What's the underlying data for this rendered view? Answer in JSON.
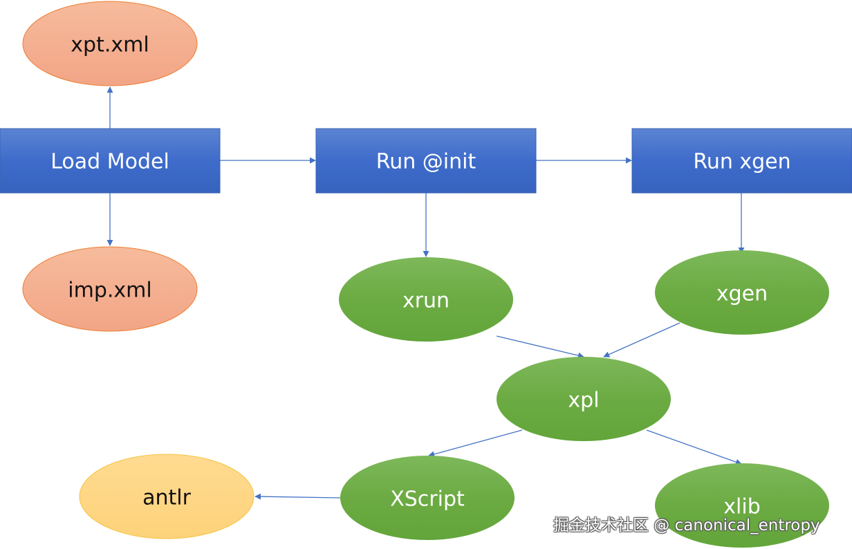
{
  "colors": {
    "process_box": "#4472c4",
    "file_node": "#f4b183",
    "module_node": "#70ad47",
    "external_node": "#ffd966",
    "edge": "#4472c4"
  },
  "nodes": {
    "xpt_xml": {
      "label": "xpt.xml",
      "kind": "file"
    },
    "load_model": {
      "label": "Load Model",
      "kind": "process"
    },
    "imp_xml": {
      "label": "imp.xml",
      "kind": "file"
    },
    "run_init": {
      "label": "Run @init",
      "kind": "process"
    },
    "run_xgen": {
      "label": "Run xgen",
      "kind": "process"
    },
    "xrun": {
      "label": "xrun",
      "kind": "module"
    },
    "xgen": {
      "label": "xgen",
      "kind": "module"
    },
    "xpl": {
      "label": "xpl",
      "kind": "module"
    },
    "xscript": {
      "label": "XScript",
      "kind": "module"
    },
    "xlib": {
      "label": "xlib",
      "kind": "module"
    },
    "antlr": {
      "label": "antlr",
      "kind": "external"
    }
  },
  "edges": [
    {
      "from": "load_model",
      "to": "xpt_xml"
    },
    {
      "from": "load_model",
      "to": "imp_xml"
    },
    {
      "from": "load_model",
      "to": "run_init"
    },
    {
      "from": "run_init",
      "to": "run_xgen"
    },
    {
      "from": "run_init",
      "to": "xrun"
    },
    {
      "from": "run_xgen",
      "to": "xgen"
    },
    {
      "from": "xrun",
      "to": "xpl"
    },
    {
      "from": "xgen",
      "to": "xpl"
    },
    {
      "from": "xpl",
      "to": "xscript"
    },
    {
      "from": "xpl",
      "to": "xlib"
    },
    {
      "from": "xscript",
      "to": "antlr"
    }
  ],
  "watermark": "掘金技术社区 @ canonical_entropy"
}
